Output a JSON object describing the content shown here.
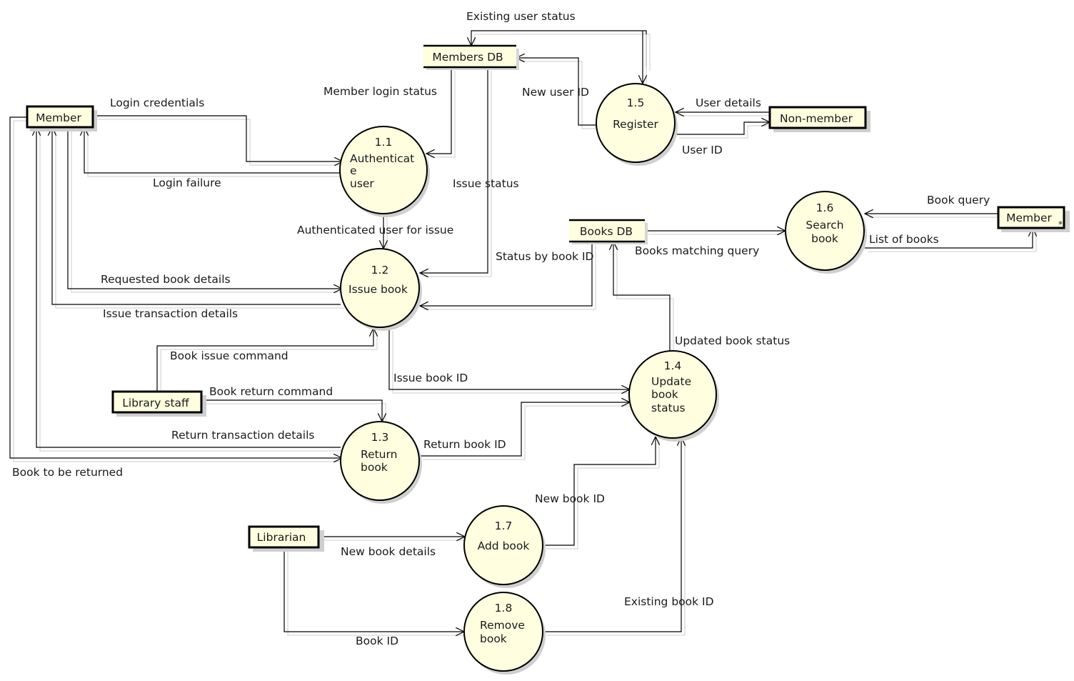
{
  "processes": [
    {
      "id": "1.1",
      "lines": [
        "Authenticat",
        "e",
        "user"
      ]
    },
    {
      "id": "1.2",
      "lines": [
        "Issue book"
      ]
    },
    {
      "id": "1.3",
      "lines": [
        "Return",
        "book"
      ]
    },
    {
      "id": "1.4",
      "lines": [
        "Update",
        "book",
        "status"
      ]
    },
    {
      "id": "1.5",
      "lines": [
        "Register"
      ]
    },
    {
      "id": "1.6",
      "lines": [
        "Search",
        "book"
      ]
    },
    {
      "id": "1.7",
      "lines": [
        "Add book"
      ]
    },
    {
      "id": "1.8",
      "lines": [
        "Remove",
        "book"
      ]
    }
  ],
  "entities": {
    "member": "Member",
    "non_member": "Non-member",
    "library_staff": "Library staff",
    "librarian": "Librarian",
    "member_search": "Member",
    "member_search_mark": "*"
  },
  "stores": {
    "members_db": "Members DB",
    "books_db": "Books DB"
  },
  "flows": {
    "existing_user_status": "Existing user status",
    "member_login_status": "Member login status",
    "new_user_id": "New user ID",
    "user_details": "User details",
    "user_id": "User ID",
    "login_credentials": "Login credentials",
    "login_failure": "Login failure",
    "issue_status": "Issue status",
    "authenticated_user_for_issue": "Authenticated user for issue",
    "book_query": "Book query",
    "list_of_books": "List of books",
    "books_matching_query": "Books matching query",
    "status_by_book_id": "Status by book ID",
    "requested_book_details": "Requested book details",
    "issue_transaction_details": "Issue transaction details",
    "updated_book_status": "Updated book status",
    "book_issue_command": "Book issue command",
    "issue_book_id": "Issue book ID",
    "book_return_command": "Book return command",
    "return_transaction_details": "Return transaction details",
    "return_book_id": "Return book ID",
    "book_to_be_returned": "Book to be returned",
    "new_book_id": "New book ID",
    "new_book_details": "New book details",
    "existing_book_id": "Existing book ID",
    "book_id": "Book ID"
  },
  "colors": {
    "fill": "#ffffe0",
    "stroke": "#000000",
    "shadow": "#cfcfcf"
  }
}
